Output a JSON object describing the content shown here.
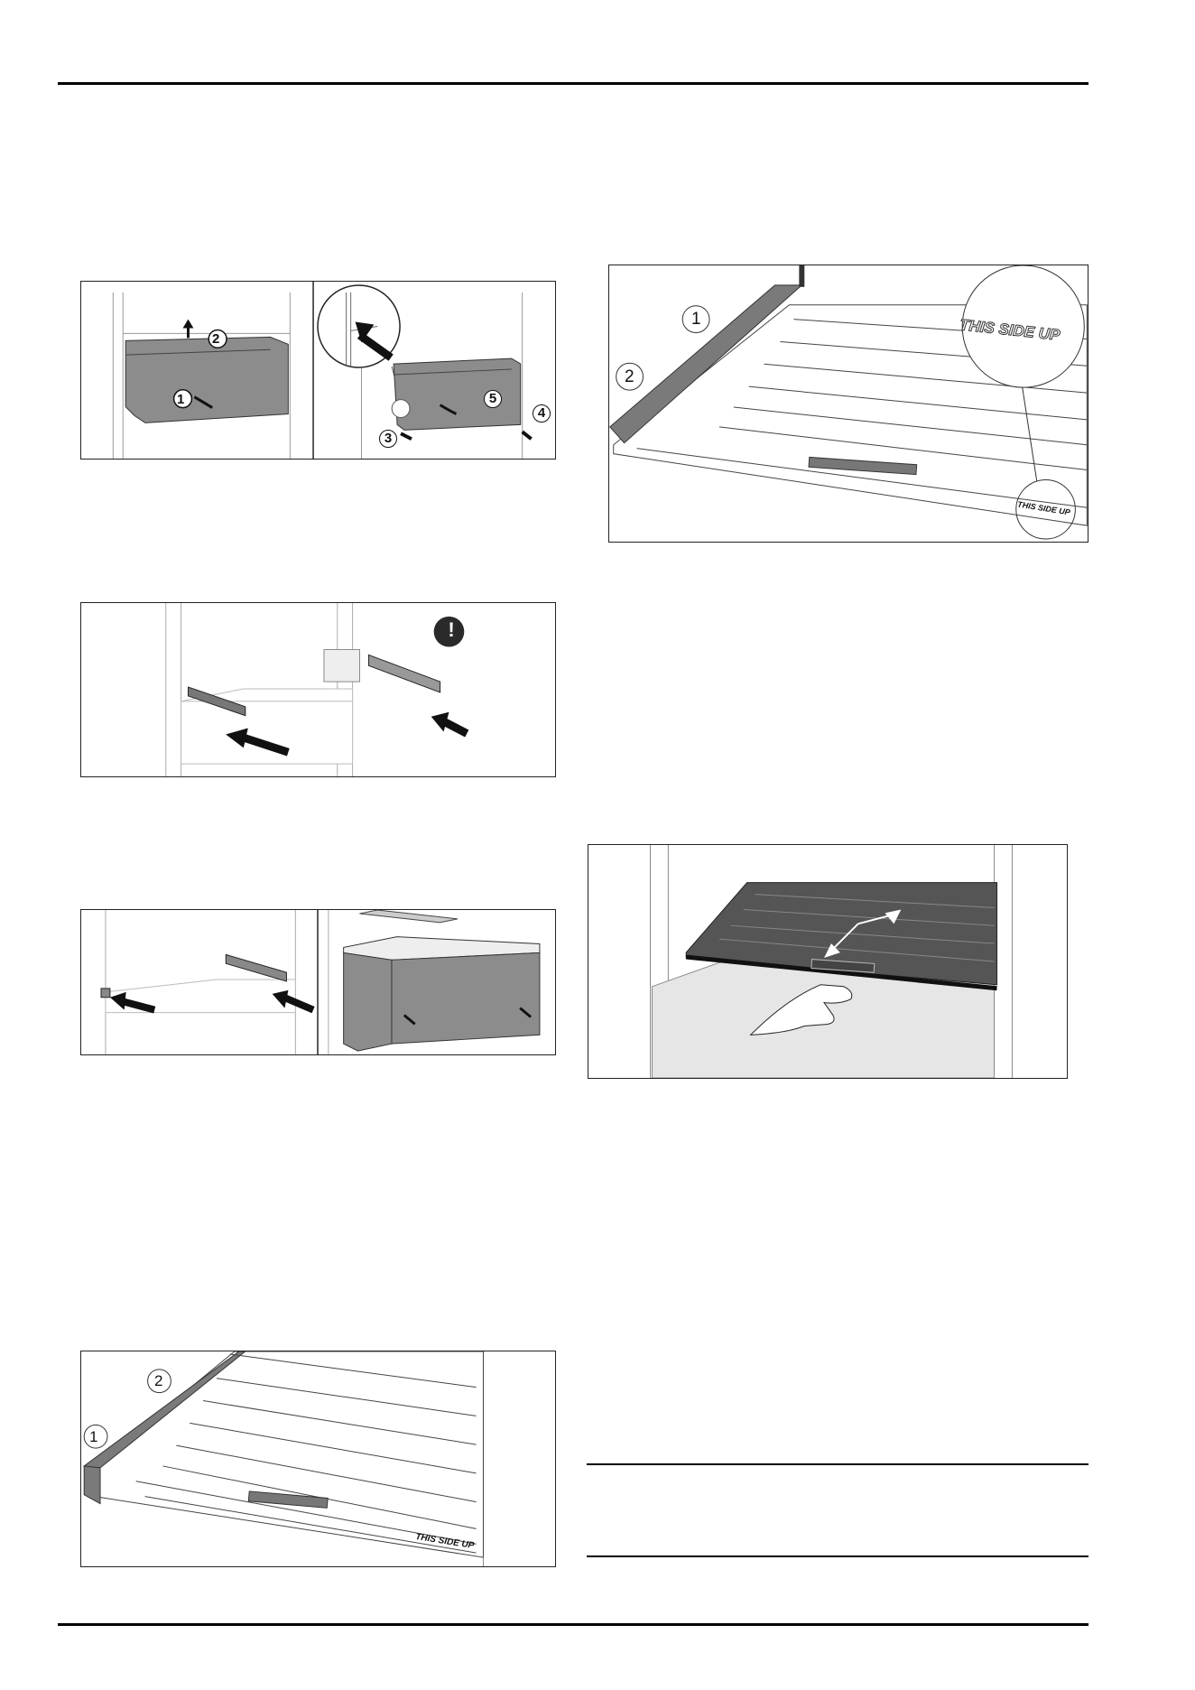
{
  "figures": {
    "drawer_removal": {
      "callouts": [
        "1",
        "2",
        "3",
        "4",
        "5"
      ]
    },
    "rail_insert": {
      "warning_symbol": "!"
    },
    "drawer_install": {},
    "cover_left": {
      "callouts": [
        "1",
        "2"
      ],
      "label": "THIS SIDE UP"
    },
    "cover_right": {
      "callouts": [
        "1",
        "2"
      ],
      "label_zoom": "THIS SIDE UP",
      "label_small": "THIS SIDE UP"
    },
    "cover_slide": {}
  },
  "colors": {
    "drawer_gray": "#8c8c8c",
    "cover_dark": "#555555",
    "line": "#333333"
  }
}
